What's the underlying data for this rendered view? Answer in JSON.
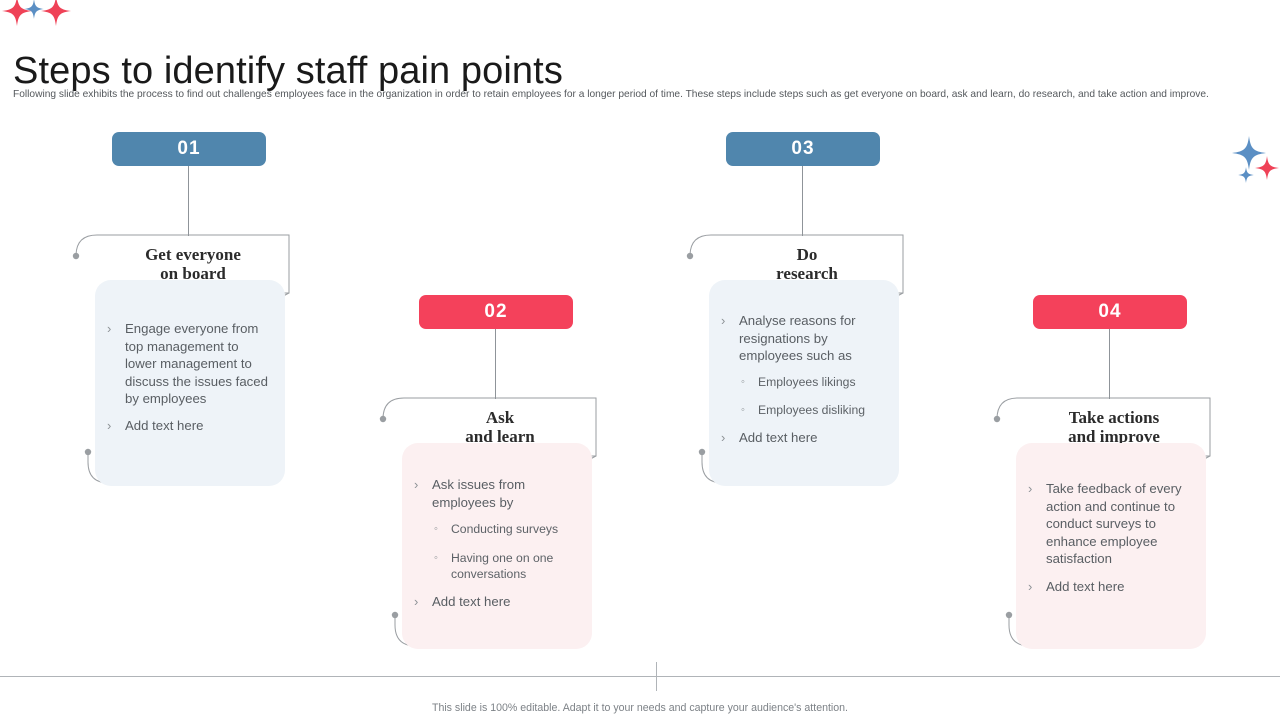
{
  "header": {
    "title": "Steps to identify staff pain points",
    "subtitle": "Following slide exhibits the process to find out challenges employees face in the organization in order to retain employees for a longer period of time. These steps include steps such as get everyone on board, ask and learn, do research, and take action and improve."
  },
  "colors": {
    "blue_badge": "#5086AD",
    "red_badge": "#F4415B",
    "blue_panel": "#EEF3F8",
    "red_panel": "#FCF0F1",
    "outline": "#9A9EA2",
    "deco_red": "#F05062",
    "deco_blue": "#5B8FC4"
  },
  "markers": {
    "level1": "›",
    "level2": "◦"
  },
  "steps": [
    {
      "number": "01",
      "accent": "blue",
      "title_line1": "Get everyone",
      "title_line2": "on board",
      "bullets": [
        {
          "level": 1,
          "text": "Engage everyone from top management to lower management to discuss the issues faced by employees"
        },
        {
          "level": 1,
          "text": "Add text here"
        }
      ]
    },
    {
      "number": "02",
      "accent": "red",
      "title_line1": "Ask",
      "title_line2": "and learn",
      "bullets": [
        {
          "level": 1,
          "text": "Ask issues from employees by"
        },
        {
          "level": 2,
          "text": "Conducting surveys"
        },
        {
          "level": 2,
          "text": "Having one on one conversations"
        },
        {
          "level": 1,
          "text": "Add text here"
        }
      ]
    },
    {
      "number": "03",
      "accent": "blue",
      "title_line1": "Do",
      "title_line2": "research",
      "bullets": [
        {
          "level": 1,
          "text": "Analyse reasons for resignations by employees such as"
        },
        {
          "level": 2,
          "text": "Employees likings"
        },
        {
          "level": 2,
          "text": "Employees disliking"
        },
        {
          "level": 1,
          "text": "Add text here"
        }
      ]
    },
    {
      "number": "04",
      "accent": "red",
      "title_line1": "Take actions",
      "title_line2": "and improve",
      "bullets": [
        {
          "level": 1,
          "text": "Take feedback of every action and continue to conduct surveys to enhance employee satisfaction"
        },
        {
          "level": 1,
          "text": "Add text here"
        }
      ]
    }
  ],
  "footer": {
    "note": "This slide is 100% editable. Adapt it to your needs and capture your audience's attention."
  }
}
